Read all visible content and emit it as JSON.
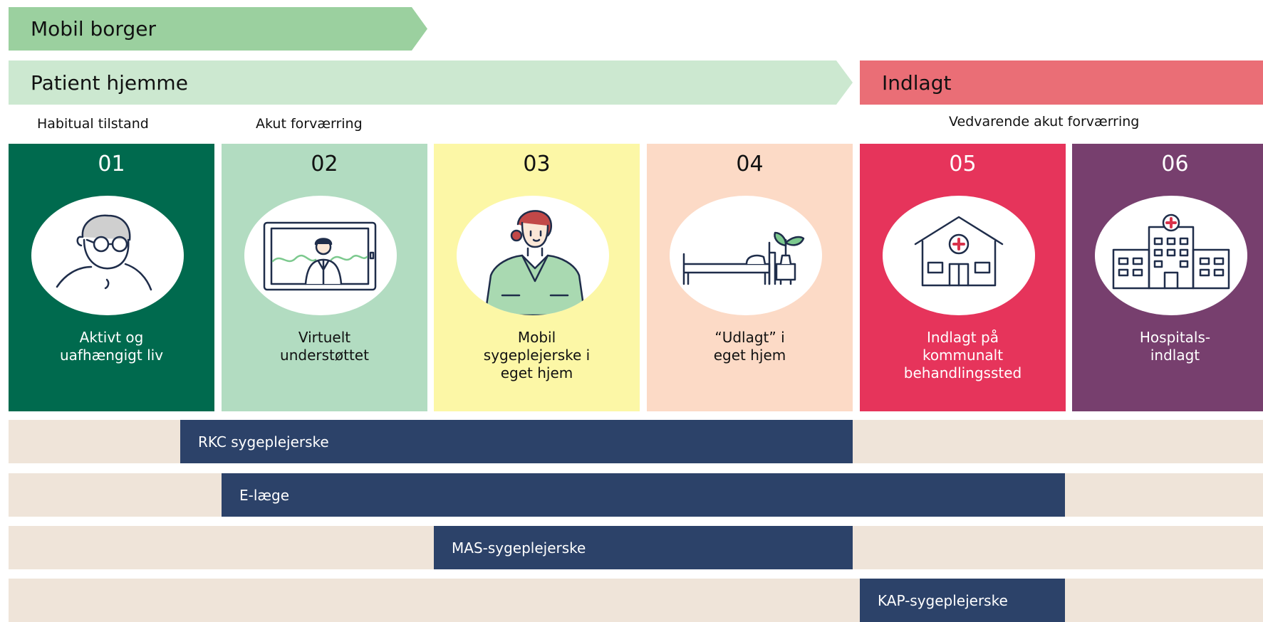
{
  "phases": {
    "mobile_citizen": "Mobil borger",
    "patient_home": "Patient hjemme",
    "admitted": "Indlagt"
  },
  "states": {
    "habitual": "Habitual tilstand",
    "acute": "Akut forværring",
    "prolonged": "Vedvarende akut forværring"
  },
  "cards": [
    {
      "num": "01",
      "label": "Aktivt og\nuafhængigt liv",
      "bg": "#006a4e",
      "fg": "#ffffff",
      "icon": "person-with-glasses-icon"
    },
    {
      "num": "02",
      "label": "Virtuelt\nunderstøttet",
      "bg": "#b2dcc1",
      "fg": "#111111",
      "icon": "video-consultation-tablet-icon"
    },
    {
      "num": "03",
      "label": "Mobil\nsygeplejerske i\neget hjem",
      "bg": "#fcf7a6",
      "fg": "#111111",
      "icon": "nurse-icon"
    },
    {
      "num": "04",
      "label": "“Udlagt” i\neget hjem",
      "bg": "#fcdac6",
      "fg": "#111111",
      "icon": "bed-with-plant-icon"
    },
    {
      "num": "05",
      "label": "Indlagt på\nkommunalt\nbehandlingssted",
      "bg": "#e6345b",
      "fg": "#ffffff",
      "icon": "clinic-house-icon"
    },
    {
      "num": "06",
      "label": "Hospitals-\nindlagt",
      "bg": "#773f6e",
      "fg": "#ffffff",
      "icon": "hospital-building-icon"
    }
  ],
  "roles": [
    {
      "label": "RKC sygeplejerske",
      "from_stage": 1.8,
      "to_stage": 4
    },
    {
      "label": "E-læge",
      "from_stage": 2,
      "to_stage": 5
    },
    {
      "label": "MAS-sygeplejerske",
      "from_stage": 3,
      "to_stage": 4
    },
    {
      "label": "KAP-sygeplejerske",
      "from_stage": 5,
      "to_stage": 5
    }
  ],
  "colors": {
    "lane_bg": "#efe4d9",
    "role_bar": "#2c4269",
    "mobile_arrow": "#9bd09f",
    "patient_arrow": "#cce8d0",
    "admitted_band": "#ea6e76"
  }
}
